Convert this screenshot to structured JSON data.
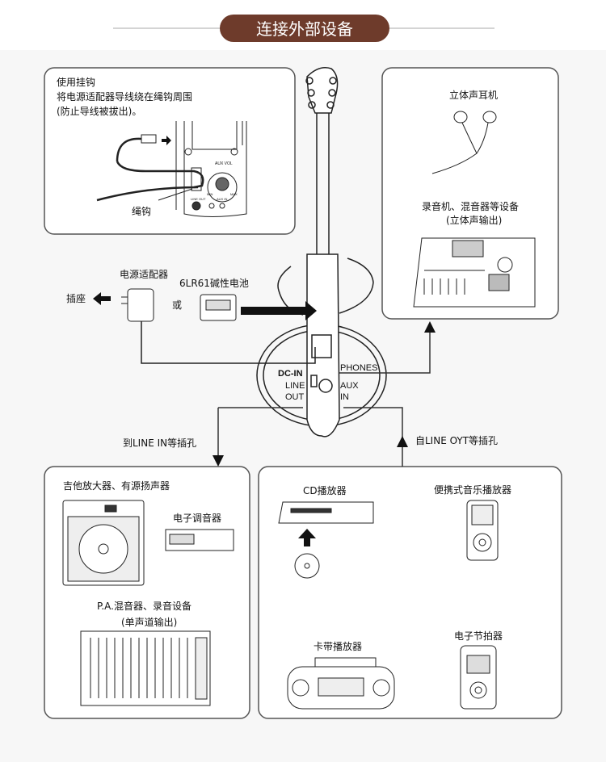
{
  "title": "连接外部设备",
  "colors": {
    "banner": "#6e3b2b",
    "box_border": "#666666",
    "background": "#f7f7f7"
  },
  "hook_box": {
    "line1": "使用挂钩",
    "line2": "将电源适配器导线绕在绳钩周围",
    "line3": "(防止导线被拔出)。",
    "hook_label": "绳钩",
    "panel_labels": {
      "aux_vol": "AUX VOL",
      "min": "MIN",
      "max": "MAX",
      "line_out": "LINE OUT",
      "aux_in": "AUX IN"
    }
  },
  "power": {
    "adapter": "电源适配器",
    "battery": "6LR61碱性电池",
    "or": "或",
    "outlet": "插座"
  },
  "guitar": {
    "dc_in": "DC-IN",
    "line": "LINE",
    "out": "OUT",
    "phones": "PHONES",
    "aux": "AUX",
    "in": "IN"
  },
  "headphone_box": {
    "headphones": "立体声耳机",
    "recorder_line1": "录音机、混音器等设备",
    "recorder_line2": "(立体声输出)"
  },
  "arrows": {
    "to_line_in": "到LINE IN等插孔",
    "from_line_out": "自LINE OYT等插孔"
  },
  "output_box": {
    "amp": "吉他放大器、有源扬声器",
    "tuner": "电子调音器",
    "pa_line1": "P.A.混音器、录音设备",
    "pa_line2": "(单声道输出)"
  },
  "input_box": {
    "cd": "CD播放器",
    "portable": "便携式音乐播放器",
    "cassette": "卡带播放器",
    "metronome": "电子节拍器"
  }
}
